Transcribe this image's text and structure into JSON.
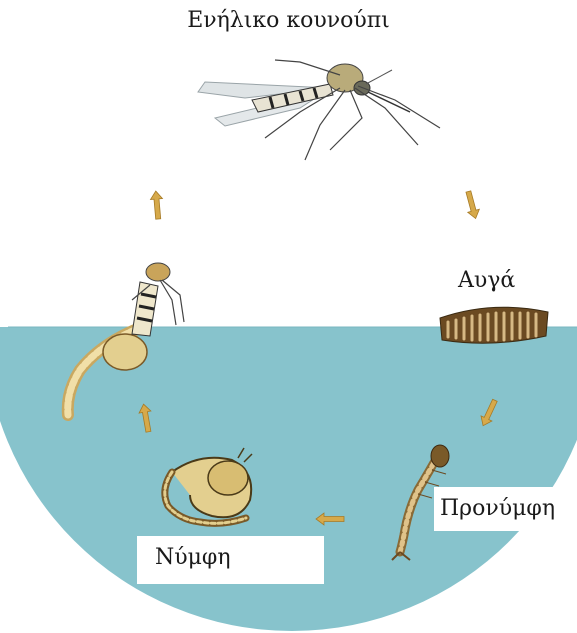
{
  "stages": {
    "adult": "Ενήλικο κουνούπι",
    "eggs": "Αυγά",
    "larva": "Προνύμφη",
    "pupa": "Νύμφη"
  },
  "colors": {
    "water": "#87c3cc",
    "arrow": "#d6a94a",
    "body": "#b58a3a"
  }
}
